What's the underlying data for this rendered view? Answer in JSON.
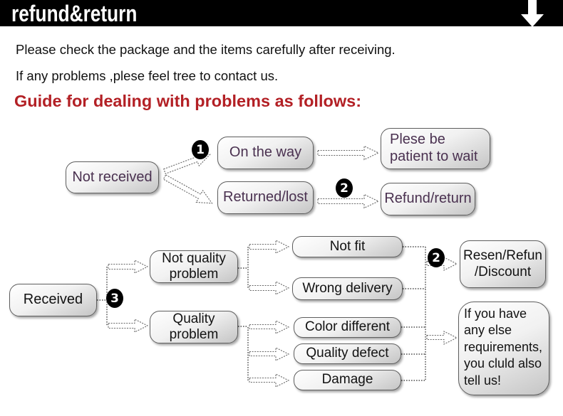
{
  "header": {
    "title": "refund&return",
    "icon": "down-arrow",
    "bg_color": "#000000",
    "text_color": "#ffffff"
  },
  "intro": {
    "line1": "Please check the package and the items carefully after receiving.",
    "line2": "If any problems ,plese feel tree to contact us.",
    "heading": "Guide for dealing with problems as follows:",
    "heading_color": "#b32025"
  },
  "badges": {
    "one": "1",
    "two": "2",
    "three": "3"
  },
  "flowchart_not_received": {
    "text_color": "#4a3150",
    "nodes": {
      "not_received": "Not received",
      "on_the_way": "On the way",
      "patient_wait": "Plese be\npatient to wait",
      "returned_lost": "Returned/lost",
      "refund_return": "Refund/return"
    }
  },
  "flowchart_received": {
    "text_color": "#121212",
    "nodes": {
      "received": "Received",
      "not_quality_problem": "Not quality\nproblem",
      "quality_problem": "Quality\nproblem",
      "not_fit": "Not fit",
      "wrong_delivery": "Wrong delivery",
      "color_different": "Color different",
      "quality_defect": "Quality defect",
      "damage": "Damage",
      "resolution": "Resen/Refun\n/Discount",
      "note": "If you have\nany else\nrequirements,\nyou cluld also\ntell us!"
    }
  }
}
